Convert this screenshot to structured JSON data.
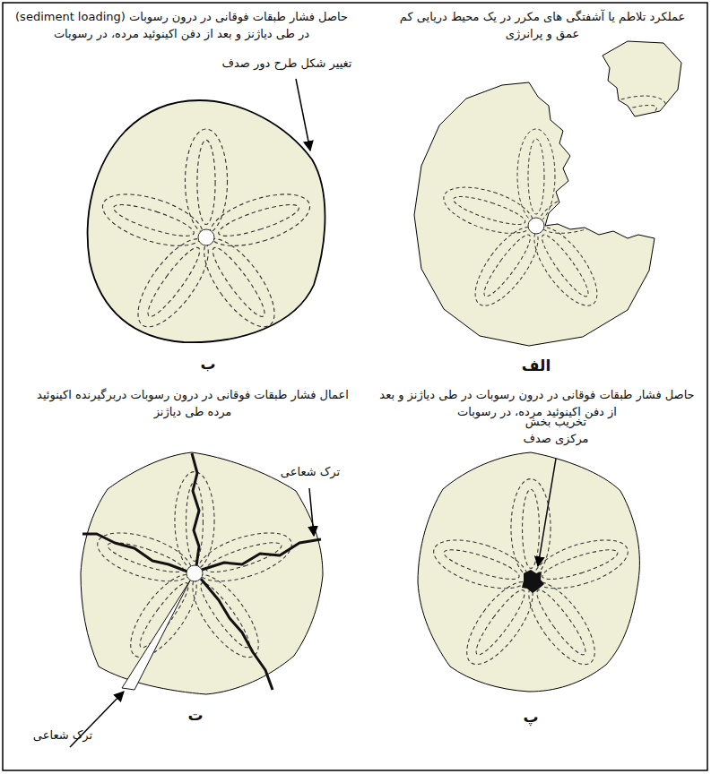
{
  "diagram": {
    "labels": [
      "عملکرد تلاطم یا آشفتگی های مکرر در یک محیط دریایی کم عمق و پرانرژی",
      "حاصل فشار طبقات فوقانی در درون رسوبات (sediment loading) در طی دیاژنز و بعد از دفن اکینوئید مرده، در رسوبات",
      "تغییر شکل طرح دور صدف",
      "الف",
      "ب",
      "حاصل فشار طبقات فوقانی در درون رسوبات در طی دیاژنز و بعد از دفن اکینوئید مرده، در رسوبات",
      "تخریب بخش مرکزی صدف",
      "اعمال فشار طبقات فوقانی در درون رسوبات دربرگیرنده اکینوئید مرده طی دیاژنز",
      "ترک شعاعی",
      "ترک شعاعی",
      "ت",
      "پ"
    ]
  }
}
